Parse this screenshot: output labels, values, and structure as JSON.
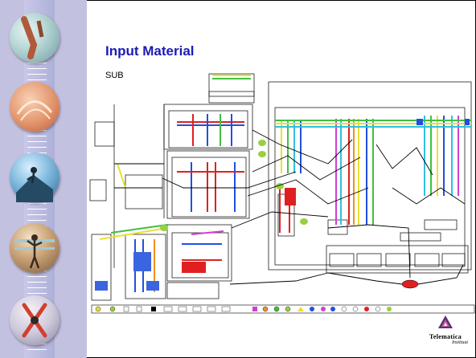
{
  "slide": {
    "title": "Input Material",
    "subtitle": "SUB"
  },
  "logo": {
    "name": "Telematica",
    "sub": "Instituut"
  },
  "colors": {
    "sidebar": "#c3c1e0",
    "title": "#1a1ab8",
    "wire_red": "#e02020",
    "wire_blue": "#2050e0",
    "wire_green": "#40c040",
    "wire_yellow": "#e8e030",
    "wire_orange": "#f09020",
    "wire_cyan": "#30c0e0",
    "wire_magenta": "#d040d0"
  },
  "icons": [
    "photo-orb-columns",
    "photo-orb-arches",
    "photo-orb-climber",
    "photo-orb-dancer",
    "photo-orb-figure"
  ]
}
